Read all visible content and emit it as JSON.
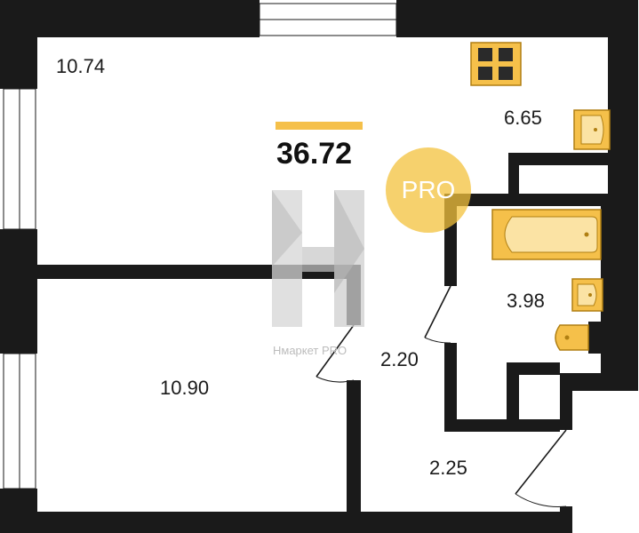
{
  "plan": {
    "total_area": "36.72",
    "rooms": [
      {
        "id": "living",
        "area": "10.74"
      },
      {
        "id": "kitchen",
        "area": "6.65"
      },
      {
        "id": "bedroom",
        "area": "10.90"
      },
      {
        "id": "bathroom",
        "area": "3.98"
      },
      {
        "id": "corridor",
        "area": "2.20"
      },
      {
        "id": "hall",
        "area": "2.25"
      }
    ]
  },
  "watermark": {
    "text": "Нмаркет PRO",
    "badge": "PRO"
  },
  "colors": {
    "wall": "#1a1a1a",
    "fixture_fill": "#f5c04a",
    "fixture_stroke": "#b07f12",
    "accent_bar": "#f5c04a",
    "badge": "#f3c23c",
    "watermark": "#c8c8c8"
  },
  "icons": [
    "stove-icon",
    "sink-icon",
    "bathtub-icon",
    "toilet-icon",
    "washbasin-icon"
  ]
}
